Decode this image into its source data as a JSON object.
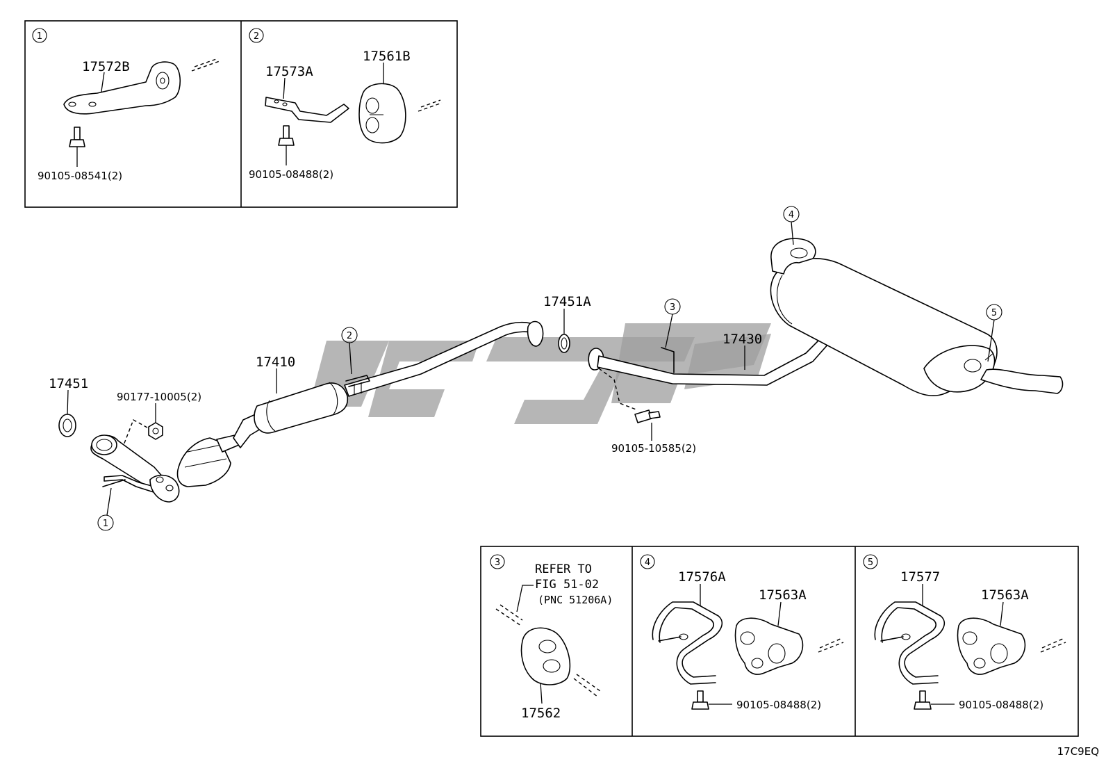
{
  "diagram_code": "17C9EQ",
  "insets": {
    "inset1": {
      "marker": "1",
      "part_main": "17572B",
      "bolt": "90105-08541(2)"
    },
    "inset2": {
      "marker": "2",
      "part_a": "17573A",
      "part_b": "17561B",
      "bolt": "90105-08488(2)"
    },
    "inset3": {
      "marker": "3",
      "refer_line1": "REFER TO",
      "refer_line2": "FIG 51-02",
      "refer_line3": "(PNC 51206A)",
      "part": "17562"
    },
    "inset4": {
      "marker": "4",
      "part_a": "17576A",
      "part_b": "17563A",
      "bolt": "90105-08488(2)"
    },
    "inset5": {
      "marker": "5",
      "part_a": "17577",
      "part_b": "17563A",
      "bolt": "90105-08488(2)"
    }
  },
  "main": {
    "gasket_front": "17451",
    "nut": "90177-10005(2)",
    "front_pipe": "17410",
    "gasket_center": "17451A",
    "tail_pipe": "17430",
    "bolt": "90105-10585(2)",
    "marker1": "1",
    "marker2": "2",
    "marker3": "3",
    "marker4": "4",
    "marker5": "5"
  }
}
